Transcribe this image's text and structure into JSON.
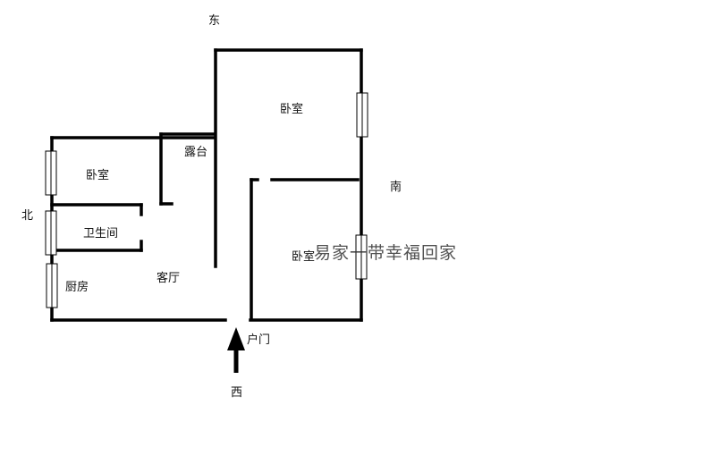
{
  "compass": {
    "east": "东",
    "west": "西",
    "south": "南",
    "north": "北"
  },
  "rooms": {
    "bedroom_east": "卧室",
    "bedroom_north": "卧室",
    "bedroom_south": "卧室",
    "terrace": "露台",
    "bathroom": "卫生间",
    "kitchen": "厨房",
    "living_room": "客厅"
  },
  "entrance": {
    "label": "户门"
  },
  "watermark": "易家一带幸福回家",
  "colors": {
    "background": "#ffffff",
    "wall": "#000000",
    "text": "#111111"
  }
}
